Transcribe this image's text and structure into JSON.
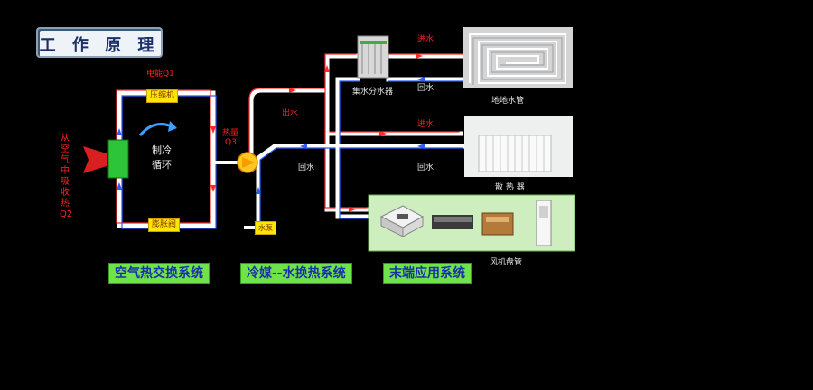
{
  "title": "工 作 原 理",
  "labels": {
    "electric_q1": "电能Q1",
    "compressor": "压缩机",
    "expansion_valve": "膨胀阀",
    "refrigerant_cycle_1": "制冷",
    "refrigerant_cycle_2": "循环",
    "heat_q3_1": "热量",
    "heat_q3_2": "Q3",
    "pump": "水泵",
    "outlet_water_1": "出水",
    "return_water_1": "回水",
    "manifold": "集水分水器",
    "supply_water_top": "进水",
    "return_water_top": "回水",
    "floor_heating": "地地水管",
    "supply_water_mid": "进水",
    "return_water_mid": "回水",
    "radiator": "散 热 器",
    "fan_coil": "风机盘管",
    "air_heat_q2": "从空气中吸收热Q2"
  },
  "systems": {
    "air": "空气热交换系统",
    "refrigerant_water": "冷媒--水换热系统",
    "terminal": "末端应用系统"
  },
  "colors": {
    "hot": "#ff2a2a",
    "cold": "#2a5cff",
    "pipe_white": "#ffffff",
    "accent_green": "#6ee34a"
  }
}
